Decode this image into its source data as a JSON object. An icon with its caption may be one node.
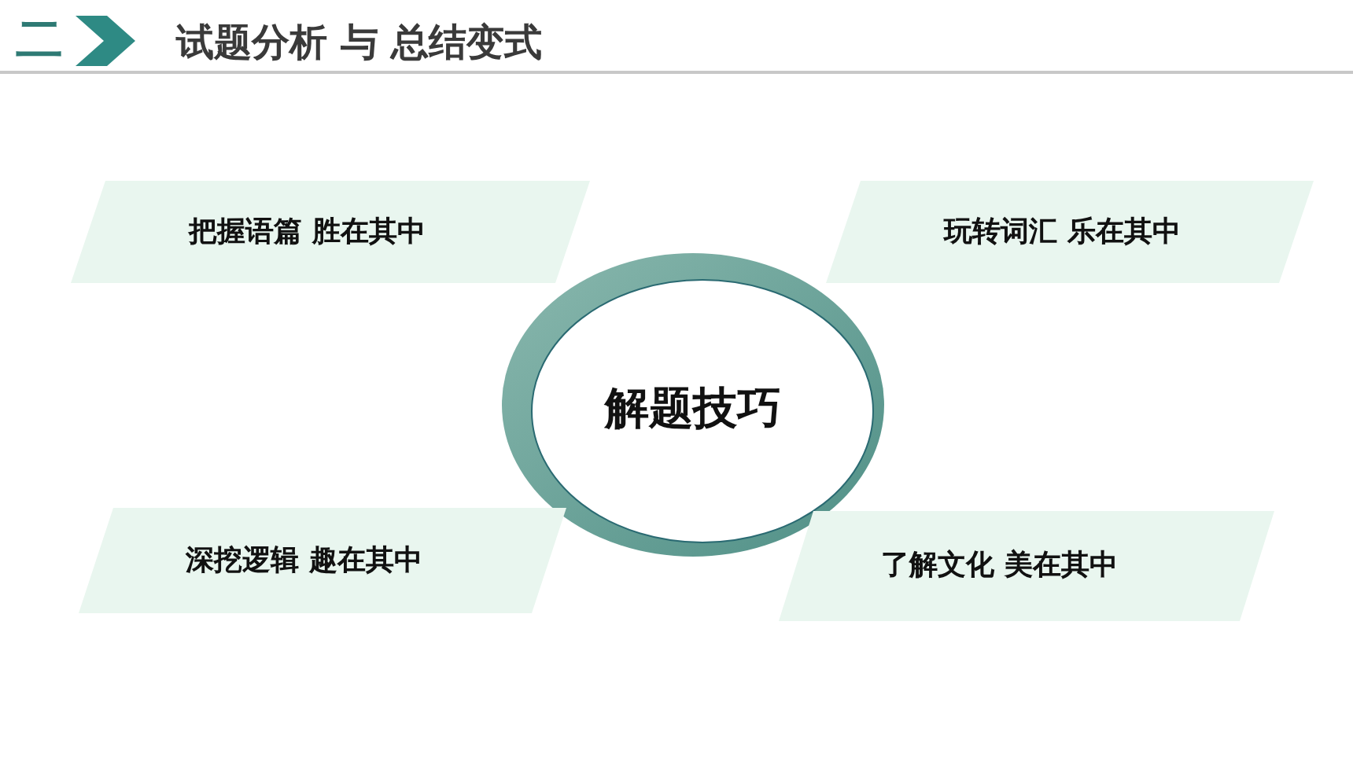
{
  "diagram": {
    "title": "试题分析 与 总结变式",
    "nodes": [
      {
        "text": [
          "把握语篇 胜在其中"
        ]
      },
      {
        "text": [
          "玩转词汇 乐在其中"
        ]
      },
      {
        "text": [
          "解题技巧"
        ]
      },
      {
        "text": [
          "深挖逻辑 趣在其中"
        ]
      },
      {
        "text": [
          "了解文化 美在其中"
        ]
      }
    ],
    "labels": [
      "二"
    ]
  }
}
